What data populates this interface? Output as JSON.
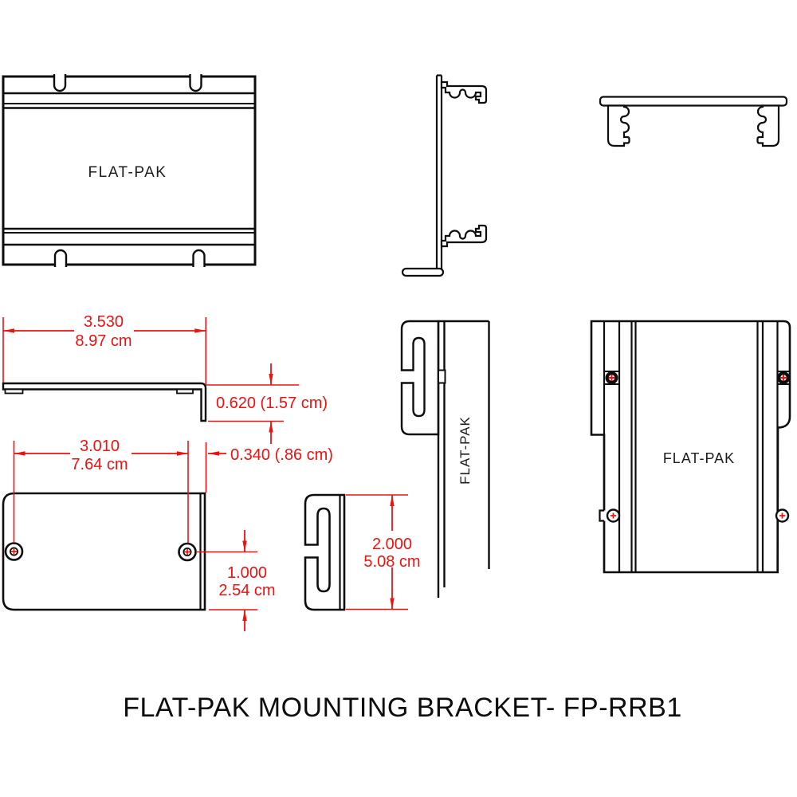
{
  "title": "FLAT-PAK MOUNTING BRACKET- FP-RRB1",
  "views": {
    "front": {
      "label": "FLAT-PAK"
    },
    "side": {
      "label": "FLAT-PAK"
    },
    "rear": {
      "label": "FLAT-PAK"
    }
  },
  "dimensions": {
    "overall_width": {
      "inches": "3.530",
      "metric": "8.97 cm"
    },
    "flange_depth": {
      "combined": "0.620 (1.57 cm)"
    },
    "hole_spacing": {
      "inches": "3.010",
      "metric": "7.64 cm"
    },
    "edge_offset": {
      "combined": "0.340 (.86 cm)"
    },
    "hole_to_edge": {
      "inches": "1.000",
      "metric": "2.54 cm"
    },
    "hook_height": {
      "inches": "2.000",
      "metric": "5.08 cm"
    }
  },
  "colors": {
    "line": "#0d0d0d",
    "dimension": "#ef1010",
    "background": "#ffffff"
  }
}
